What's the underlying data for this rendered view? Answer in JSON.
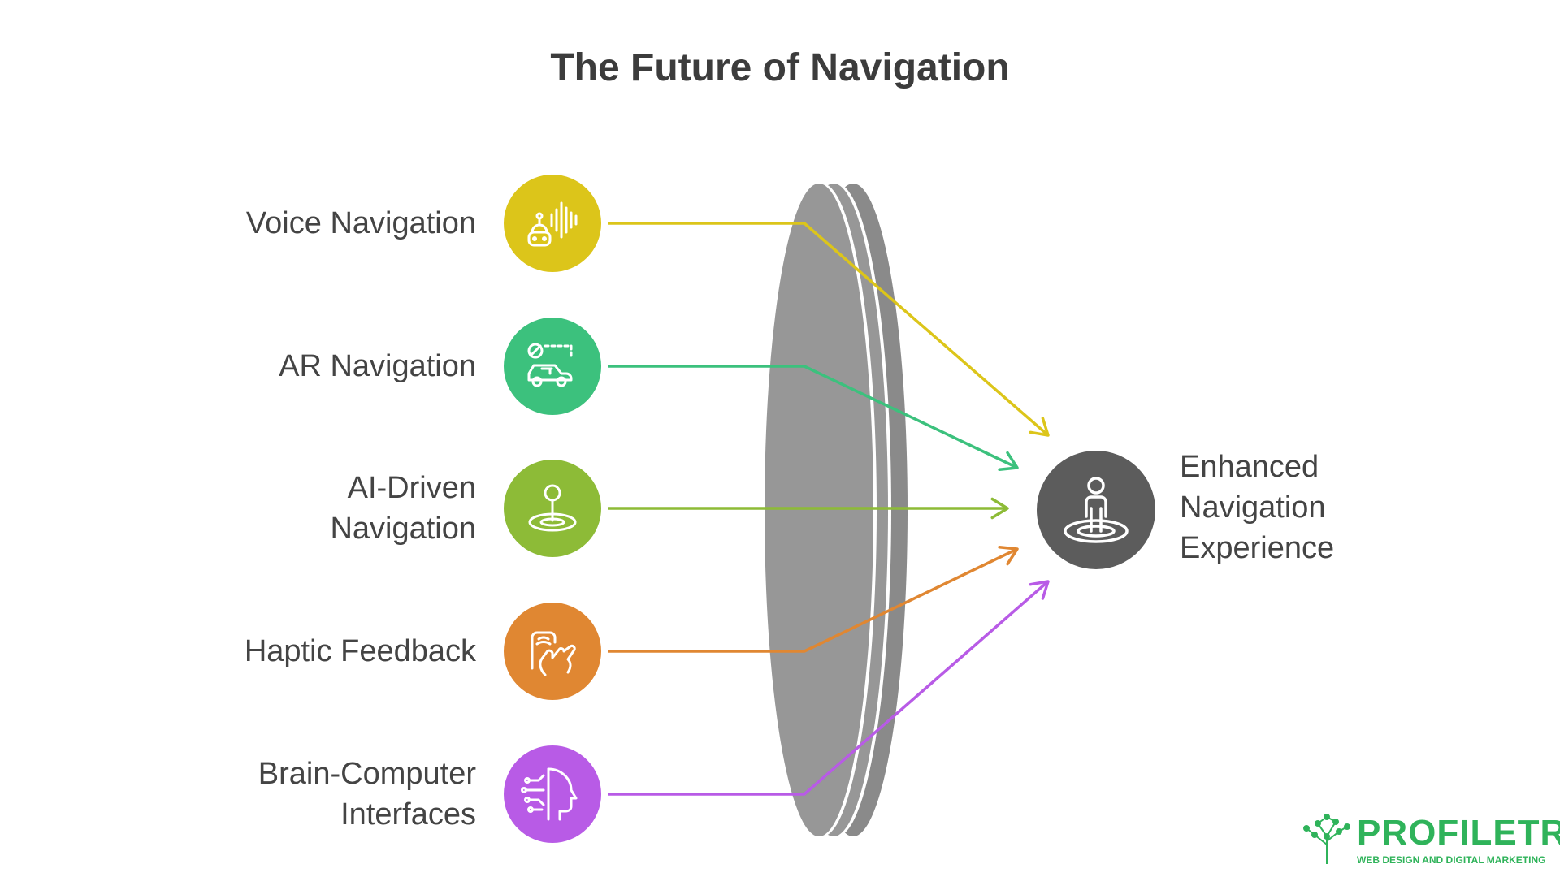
{
  "title": "The Future of Navigation",
  "inputs": [
    {
      "lines": [
        "Voice Navigation"
      ],
      "color": "#dcc51a",
      "icon": "voice-robot-icon"
    },
    {
      "lines": [
        "AR Navigation"
      ],
      "color": "#3cc17d",
      "icon": "ar-car-icon"
    },
    {
      "lines": [
        "AI-Driven",
        "Navigation"
      ],
      "color": "#8dbb37",
      "icon": "location-pin-target-icon"
    },
    {
      "lines": [
        "Haptic Feedback"
      ],
      "color": "#e08732",
      "icon": "haptic-hand-icon"
    },
    {
      "lines": [
        "Brain-Computer",
        "Interfaces"
      ],
      "color": "#b85be6",
      "icon": "brain-circuit-head-icon"
    }
  ],
  "lens_color": "#979797",
  "result": {
    "lines": [
      "Enhanced",
      "Navigation",
      "Experience"
    ],
    "color": "#5c5c5c",
    "icon": "person-standing-target-icon"
  },
  "logo": {
    "name": "PROFILETREE",
    "tagline": "WEB DESIGN AND DIGITAL MARKETING",
    "color": "#2fb35a"
  }
}
